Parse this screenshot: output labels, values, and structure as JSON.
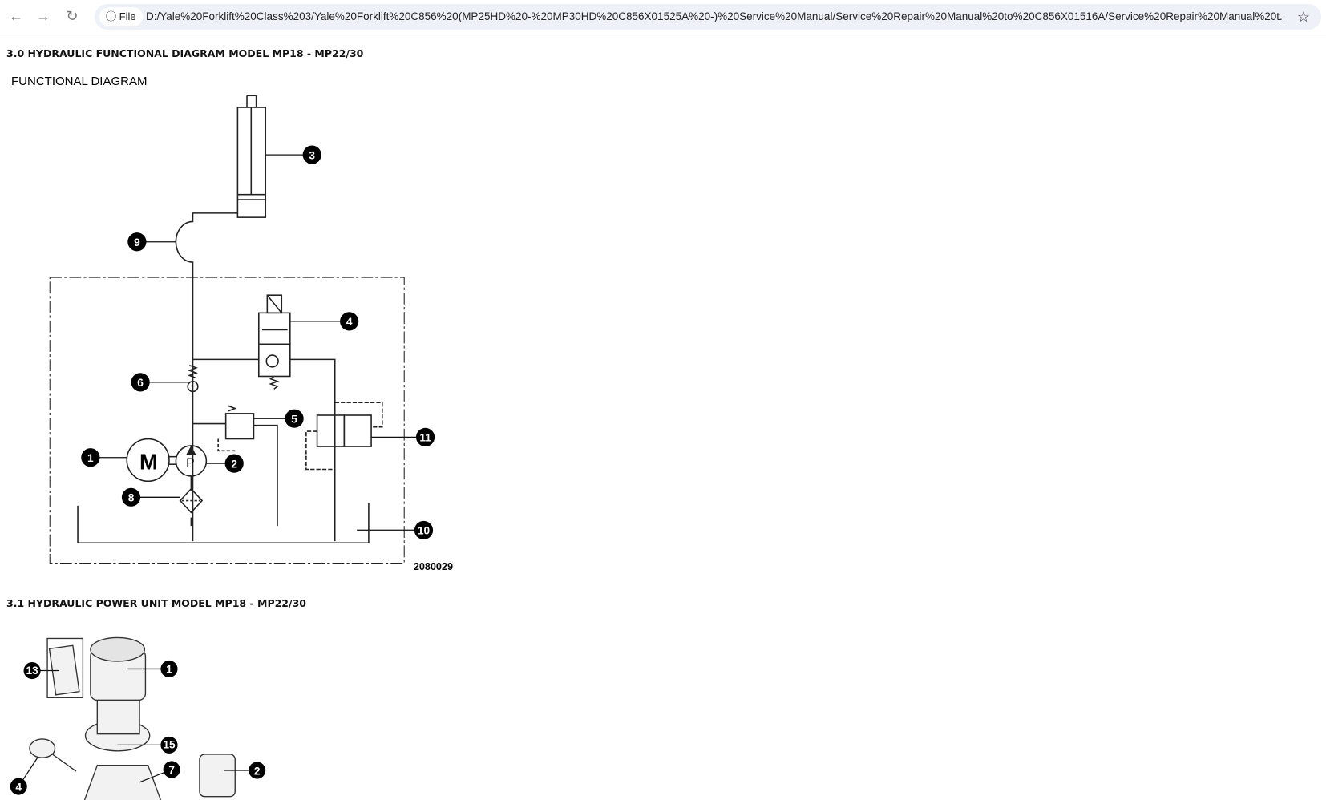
{
  "browser": {
    "chip_label": "File",
    "url": "D:/Yale%20Forklift%20Class%203/Yale%20Forklift%20C856%20(MP25HD%20-%20MP30HD%20C856X01525A%20-)%20Service%20Manual/Service%20Repair%20Manual%20to%20C856X01516A/Service%20Repair%20Manual%20t..."
  },
  "section1": {
    "heading": "3.0 HYDRAULIC FUNCTIONAL DIAGRAM MODEL MP18 - MP22/30",
    "subtitle": "FUNCTIONAL DIAGRAM",
    "callouts": [
      "1",
      "2",
      "3",
      "4",
      "5",
      "6",
      "8",
      "9",
      "10",
      "11"
    ],
    "motor_symbol": "M",
    "pump_symbol": "P",
    "figure_id": "2080029"
  },
  "section2": {
    "heading": "3.1 HYDRAULIC POWER UNIT MODEL MP18 - MP22/30",
    "callouts": [
      "13",
      "1",
      "15",
      "4",
      "7",
      "2"
    ]
  }
}
